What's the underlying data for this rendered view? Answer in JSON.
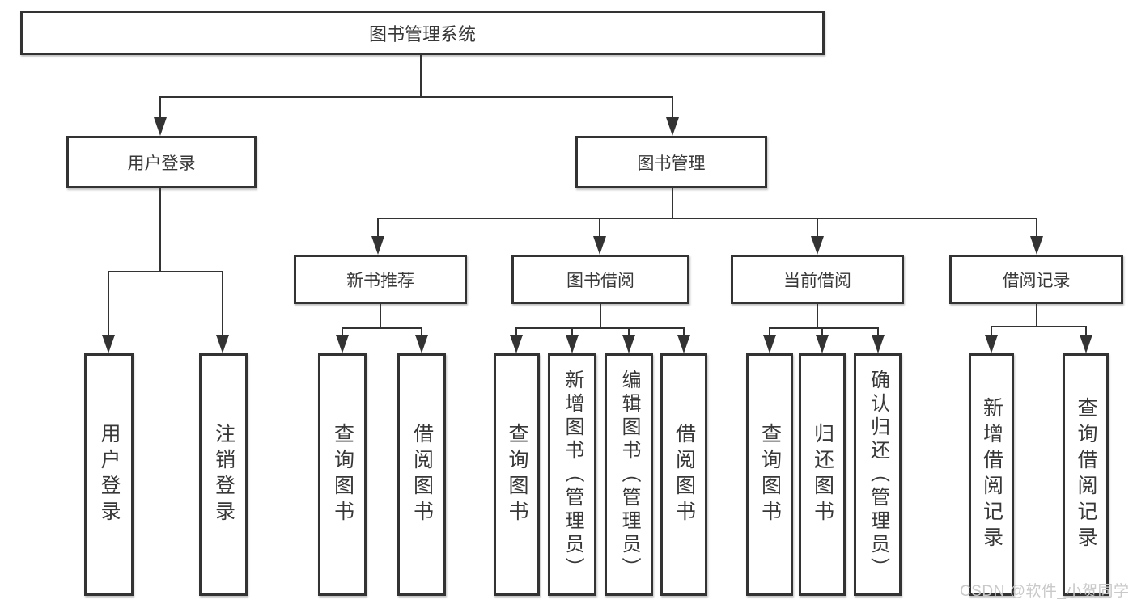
{
  "tree": {
    "root": "图书管理系统",
    "branches": [
      {
        "label": "用户登录",
        "children": [
          "用户登录",
          "注销登录"
        ]
      },
      {
        "label": "图书管理",
        "children": [
          {
            "label": "新书推荐",
            "children": [
              "查询图书",
              "借阅图书"
            ]
          },
          {
            "label": "图书借阅",
            "children": [
              "查询图书",
              "新增图书（管理员）",
              "编辑图书（管理员）",
              "借阅图书"
            ]
          },
          {
            "label": "当前借阅",
            "children": [
              "查询图书",
              "归还图书",
              "确认归还（管理员）"
            ]
          },
          {
            "label": "借阅记录",
            "children": [
              "新增借阅记录",
              "查询借阅记录"
            ]
          }
        ]
      }
    ]
  },
  "watermark": {
    "text": "CSDN @软件_小贺同学"
  },
  "colors": {
    "line": "#333333",
    "text": "#383838",
    "background": "#ffffff",
    "watermark": "#c9c9c9"
  }
}
